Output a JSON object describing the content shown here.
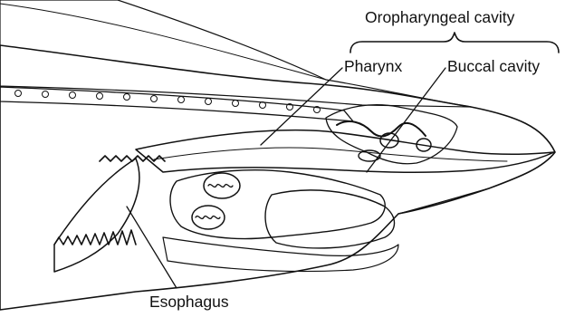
{
  "labels": {
    "group": "Oropharyngeal cavity",
    "pharynx": "Pharynx",
    "buccal": "Buccal cavity",
    "esophagus": "Esophagus"
  },
  "colors": {
    "ink": "#111111",
    "paper": "#ffffff"
  }
}
